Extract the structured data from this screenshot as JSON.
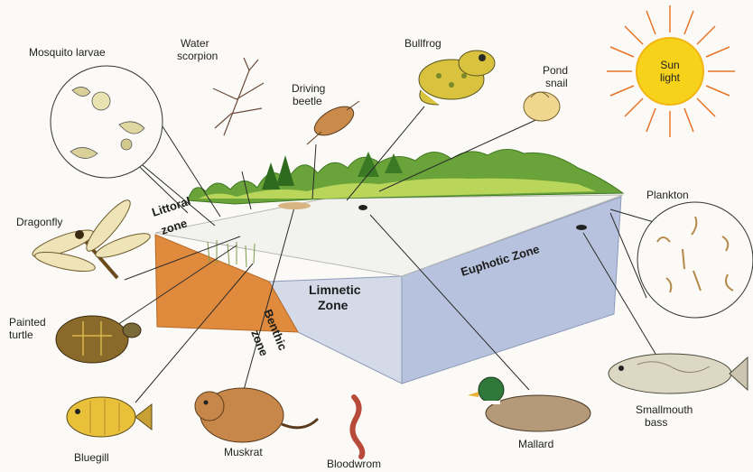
{
  "organisms": {
    "mosquito_larvae": "Mosquito larvae",
    "water_scorpion_1": "Water",
    "water_scorpion_2": "scorpion",
    "driving_beetle_1": "Driving",
    "driving_beetle_2": "beetle",
    "bullfrog": "Bullfrog",
    "pond_snail_1": "Pond",
    "pond_snail_2": "snail",
    "dragonfly": "Dragonfly",
    "painted_turtle_1": "Painted",
    "painted_turtle_2": "turtle",
    "bluegill": "Bluegill",
    "muskrat": "Muskrat",
    "bloodworm": "Bloodwrom",
    "mallard": "Mallard",
    "smallmouth_bass_1": "Smallmouth",
    "smallmouth_bass_2": "bass",
    "plankton": "Plankton"
  },
  "sun": {
    "line1": "Sun",
    "line2": "light"
  },
  "zones": {
    "littoral_1": "Littoral",
    "littoral_2": "zone",
    "limnetic_1": "Limnetic",
    "limnetic_2": "Zone",
    "benthic_1": "Benthic",
    "benthic_2": "zone",
    "euphotic": "Euphotic Zone"
  },
  "colors": {
    "sun": "#f6d21b",
    "sun_rays": "#e8742a",
    "water_surface": "#f2f2ee",
    "euphotic_water": "#b7c3de",
    "limnetic_water": "#d4dae8",
    "benthic_soil": "#e08a3e",
    "vegetation": "#6aa33a"
  }
}
